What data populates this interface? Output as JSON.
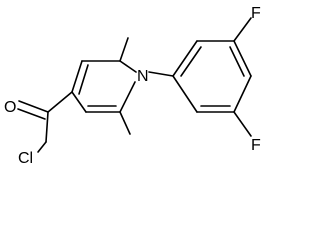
{
  "molecule": {
    "atoms": {
      "oxygen": "O",
      "nitrogen": "N",
      "chlorine": "Cl",
      "fluorine_top": "F",
      "fluorine_bottom": "F"
    }
  },
  "colors": {
    "bond": "#000000",
    "background": "#ffffff"
  }
}
